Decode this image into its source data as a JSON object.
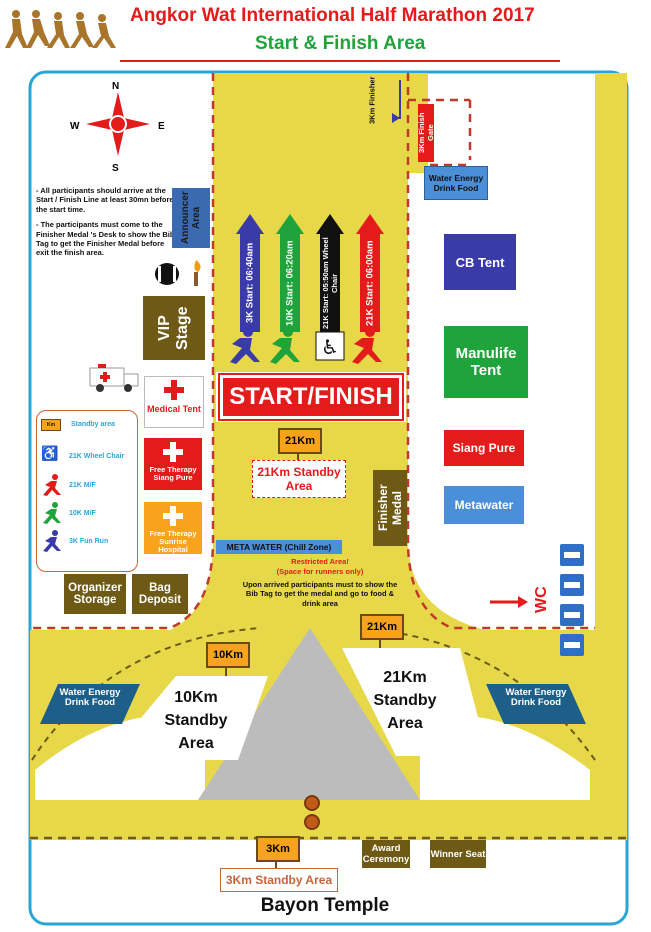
{
  "header": {
    "title": "Angkor Wat International Half Marathon 2017",
    "subtitle": "Start & Finish Area"
  },
  "compass": {
    "n": "N",
    "s": "S",
    "e": "E",
    "w": "W"
  },
  "notes": [
    "- All participants should arrive at the Start / Finish Line at least 30mn before the start time.",
    "- The participants must come to the Finisher Medal 's Desk to show the Bib Tag to get the Finisher Medal before exit the finish area."
  ],
  "labels": {
    "km3_finisher": "3Km Finisher",
    "km3_finish_gate": "3Km Finish Gate",
    "water_top": "Water Energy Drink Food",
    "announcer": "Announcer Area",
    "vip_stage": "VIP Stage",
    "start_finish": "START/FINISH",
    "medical_tent": "Medical Tent",
    "free_therapy_siang": "Free Therapy Siang Pure",
    "free_therapy_sunrise": "Free Therapy Sunrise Hospital",
    "cb_tent": "CB Tent",
    "manulife_tent": "Manulife Tent",
    "siang_pure": "Siang Pure",
    "metawater": "Metawater",
    "finisher_medal": "Finisher Medal",
    "meta_water_chill": "META WATER (Chill Zone)",
    "restricted_title": "Restricted Area!",
    "restricted_sub": "(Space for runners only)",
    "restricted_body": "Upon arrived participants must to show the Bib Tag to get the medal and go to food & drink area",
    "organizer_storage": "Organizer Storage",
    "bag_deposit": "Bag Deposit",
    "wc": "WC",
    "water_left": "Water Energy Drink Food",
    "water_right": "Water Energy Drink Food",
    "sign_21km_a": "21Km",
    "standby_21km_a": "21Km Standby Area",
    "sign_21km_b": "21Km",
    "standby_21km_b": "21Km Standby Area",
    "sign_10km": "10Km",
    "standby_10km": "10Km Standby Area",
    "sign_3km": "3Km",
    "standby_3km": "3Km Standby Area",
    "award": "Award Ceremony",
    "winner": "Winner Seat",
    "bayon": "Bayon Temple"
  },
  "starts": [
    {
      "label": "3K Start: 06:40am",
      "color": "#3a3aa8"
    },
    {
      "label": "10K Start: 06:20am",
      "color": "#1fa33a"
    },
    {
      "label": "21K Start: 05:50am Wheel Chair",
      "color": "#111111"
    },
    {
      "label": "21K Start: 06:00am",
      "color": "#e31b1b"
    }
  ],
  "legend": [
    {
      "icon": "km-sign-icon",
      "label": "Standby area"
    },
    {
      "icon": "wheelchair-icon",
      "label": "21K Wheel Chair"
    },
    {
      "icon": "runner-red-icon",
      "label": "21K M/F"
    },
    {
      "icon": "runner-green-icon",
      "label": "10K M/F"
    },
    {
      "icon": "runner-blue-icon",
      "label": "3K Fun Run"
    }
  ],
  "colors": {
    "road": "#e7d84a",
    "border": "#2aa6d6",
    "brown": "#6e5a14",
    "red": "#e31b1b",
    "green": "#1fa33a",
    "navy": "#3a3aa8",
    "water": "#1e5f8a",
    "orange": "#f7a31c"
  }
}
